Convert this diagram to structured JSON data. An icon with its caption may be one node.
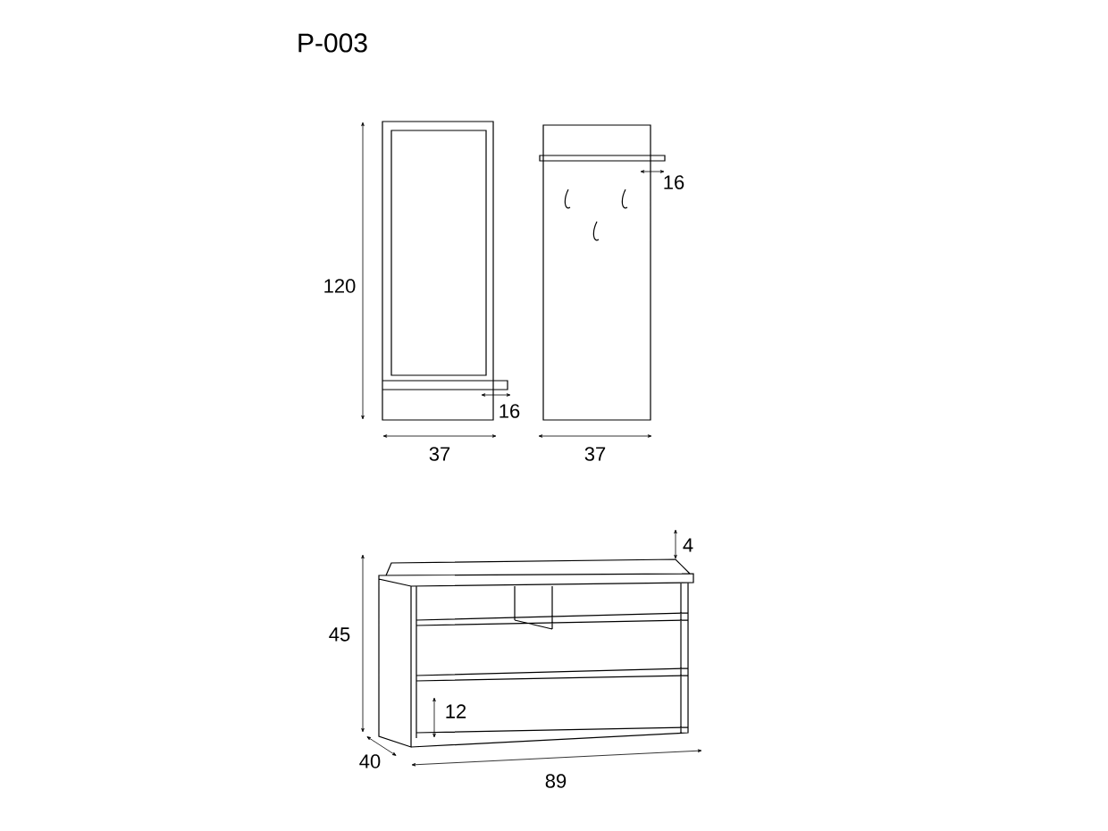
{
  "diagram": {
    "title": "P-003",
    "labels": [
      "16",
      "120",
      "16",
      "37",
      "37",
      "4",
      "45",
      "12",
      "40",
      "89"
    ]
  }
}
